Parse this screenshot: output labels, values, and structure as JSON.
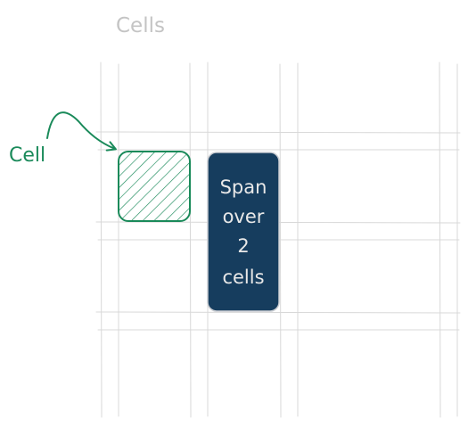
{
  "title": "Cells",
  "cell_label": "Cell",
  "span_label_lines": [
    "Span",
    "over",
    "2",
    "cells"
  ],
  "colors": {
    "grid": "#d8d8d8",
    "title": "#c4c4c4",
    "cell_green": "#1a8a5a",
    "span_fill": "#163d5e",
    "span_text": "#e8e8e8"
  }
}
